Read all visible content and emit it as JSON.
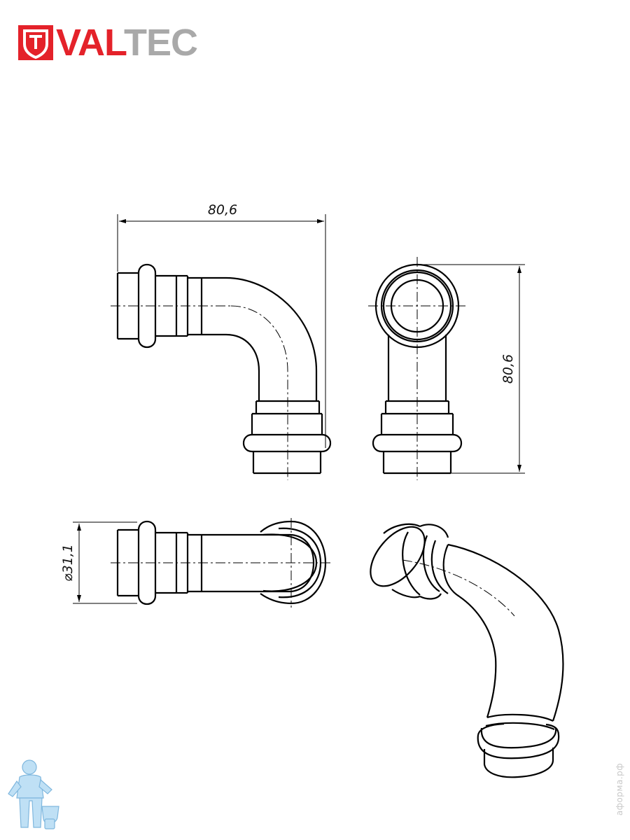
{
  "brand": {
    "name_part1": "VAL",
    "name_part2": "TEC",
    "brand_color": "#e4222a",
    "accent_grey": "#a9a9a9",
    "icon": "valve-shield-icon"
  },
  "drawing": {
    "line_color": "#000000",
    "dimensions": {
      "front_width": "80,6",
      "side_height": "80,6",
      "top_diameter": "⌀31,1"
    },
    "views": [
      "front-view",
      "side-view",
      "top-view",
      "isometric-view"
    ]
  },
  "watermark": {
    "text": "аформа.рф"
  },
  "mascot": {
    "icon": "plumber-mascot-icon"
  }
}
